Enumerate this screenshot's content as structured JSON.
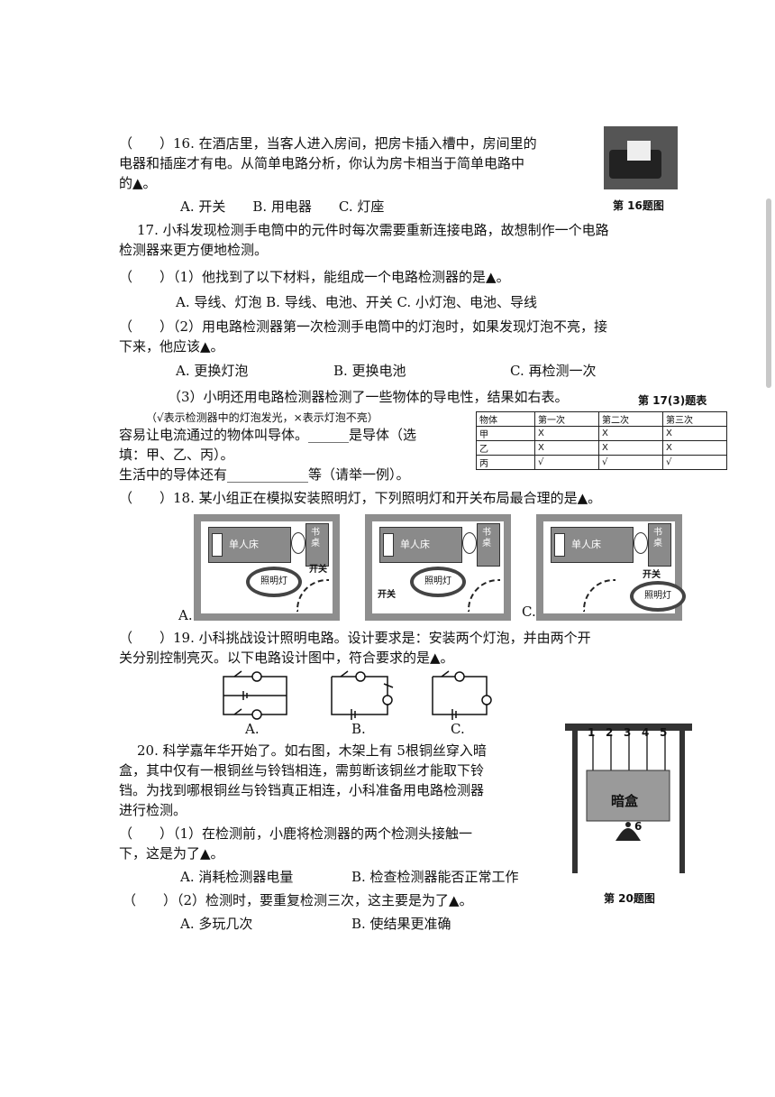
{
  "q16": {
    "bracket": "（　　）",
    "line1": "16. 在酒店里，当客人进入房间，把房卡插入槽中，房间里的",
    "line2": "电器和插座才有电。从简单电路分析，你认为房卡相当于简单电路中",
    "line3": "的▲。",
    "options": "A. 开关　　B. 用电器　　C. 灯座",
    "caption": "第 16题图"
  },
  "q17": {
    "intro1": "17. 小科发现检测手电筒中的元件时每次需要重新连接电路，故想制作一个电路",
    "intro2": "检测器来更方便地检测。",
    "p1": "（　　）（1）他找到了以下材料，能组成一个电路检测器的是▲。",
    "p1_options": "A. 导线、灯泡  B. 导线、电池、开关  C. 小灯泡、电池、导线",
    "p2_line1": "（　　）（2）用电路检测器第一次检测手电筒中的灯泡时，如果发现灯泡不亮，接",
    "p2_line2": "下来，他应该▲。",
    "p2_options": [
      "A. 更换灯泡",
      "B. 更换电池",
      "C. 再检测一次"
    ],
    "p3_line1": "（3）小明还用电路检测器检测了一些物体的导电性，结果如右表。",
    "table_caption": "第 17(3)题表",
    "p3_note": "（√表示检测器中的灯泡发光，×表示灯泡不亮）",
    "p3_line2": "容易让电流通过的物体叫导体。______是导体（选",
    "p3_line3": "填：甲、乙、丙）。",
    "p3_line4": "生活中的导体还有____________等（请举一例）。",
    "table": {
      "headers": [
        "物体",
        "第一次",
        "第二次",
        "第三次"
      ],
      "rows": [
        [
          "甲",
          "X",
          "X",
          "X"
        ],
        [
          "乙",
          "X",
          "X",
          "X"
        ],
        [
          "丙",
          "√",
          "√",
          "√"
        ]
      ]
    }
  },
  "q18": {
    "text": "（　　）18. 某小组正在模拟安装照明灯，下列照明灯和开关布局最合理的是▲。",
    "bed_label": "单人床",
    "desk_label": "书桌",
    "lamp_label": "照明灯",
    "switch_label": "开关",
    "options": [
      "A.",
      "B.",
      "C."
    ]
  },
  "q19": {
    "line1": "（　　）19. 小科挑战设计照明电路。设计要求是：安装两个灯泡，并由两个开",
    "line2": "关分别控制亮灭。以下电路设计图中，符合要求的是▲。",
    "options": [
      "A.",
      "B.",
      "C."
    ]
  },
  "q20": {
    "line1": "20. 科学嘉年华开始了。如右图，木架上有 5根铜丝穿入暗",
    "line2": "盒，其中仅有一根铜丝与铃铛相连，需剪断该铜丝才能取下铃",
    "line3": "铛。为找到哪根铜丝与铃铛真正相连，小科准备用电路检测器",
    "line4": "进行检测。",
    "p1_line1": "（　　）（1）在检测前，小鹿将检测器的两个检测头接触一",
    "p1_line2": "下，这是为了▲。",
    "p1_options": [
      "A. 消耗检测器电量",
      "B. 检查检测器能否正常工作"
    ],
    "p2": "（　　）（2）检测时，要重复检测三次，这主要是为了▲。",
    "p2_options": [
      "A. 多玩几次",
      "B. 使结果更准确"
    ],
    "box_label": "暗盒",
    "wire_numbers": [
      "1",
      "2",
      "3",
      "4",
      "5"
    ],
    "bell_number": "6",
    "caption": "第 20题图"
  }
}
